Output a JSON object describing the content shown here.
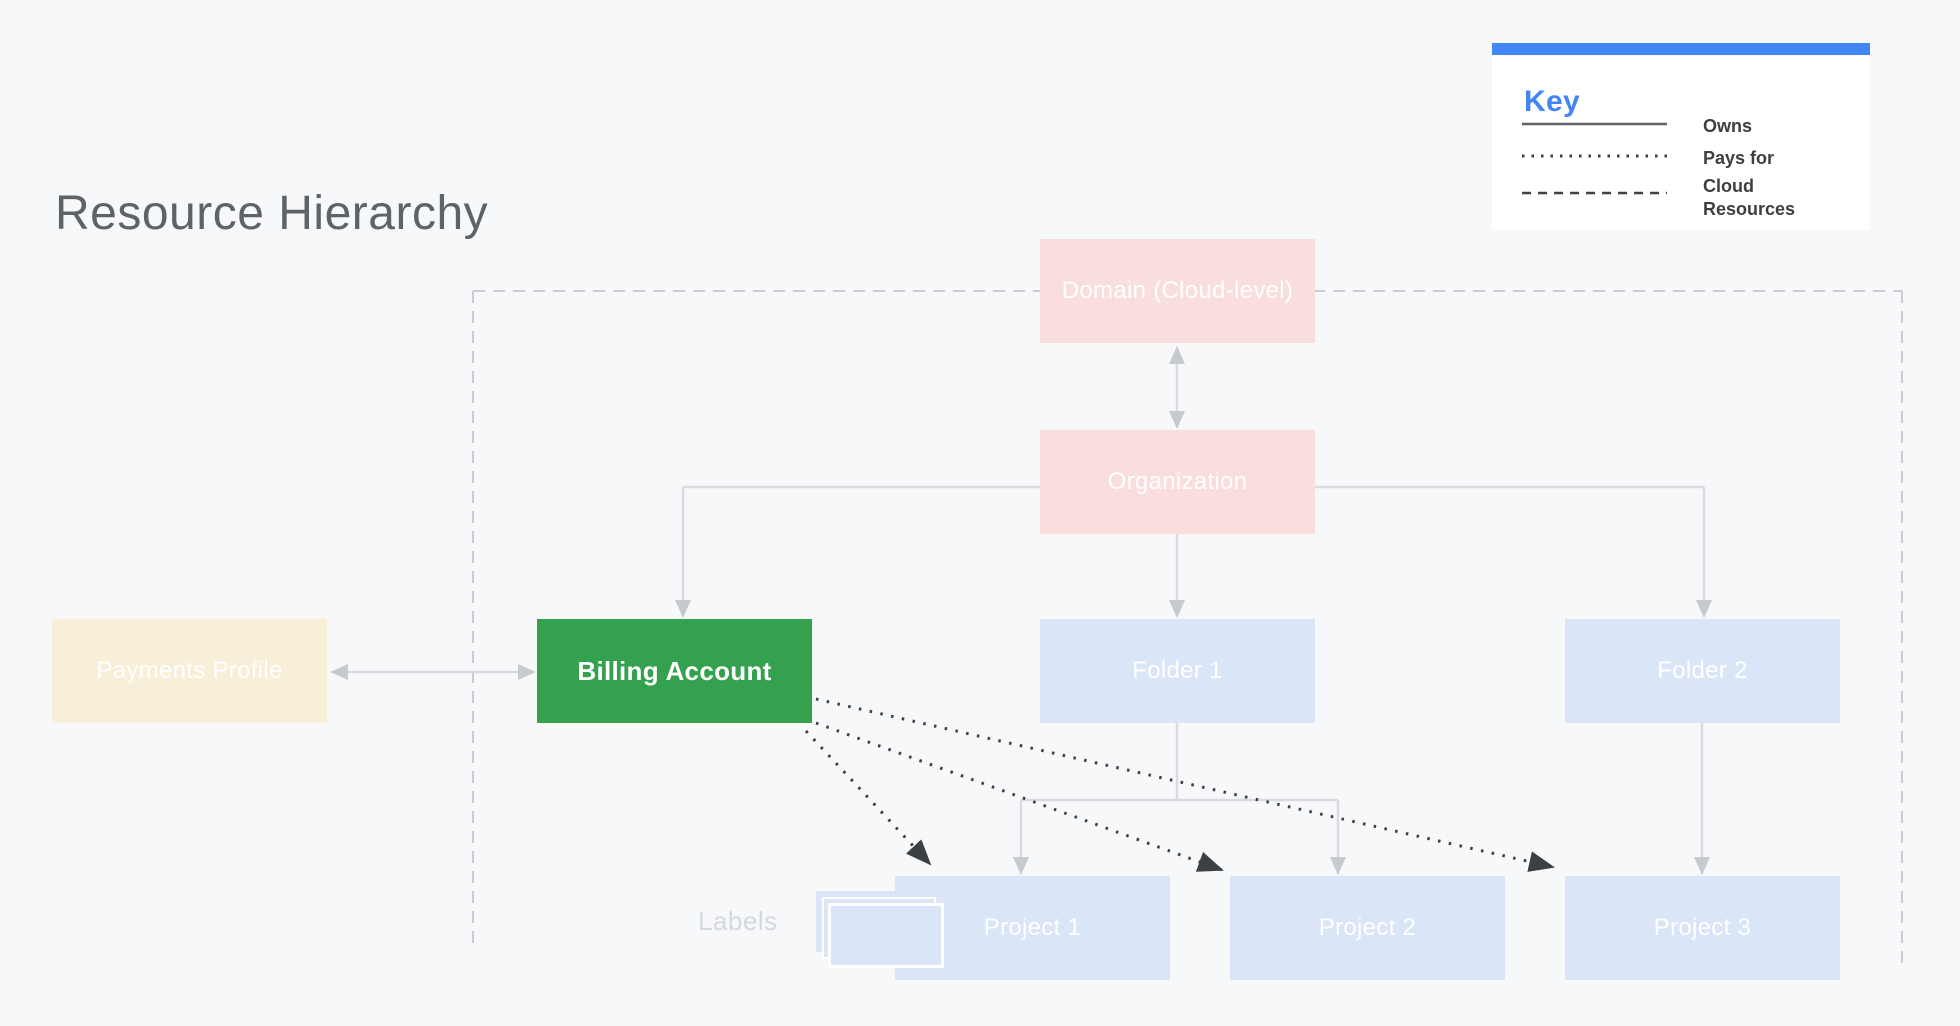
{
  "title": "Resource Hierarchy",
  "key": {
    "heading": "Key",
    "items": [
      {
        "line_style": "solid",
        "label": "Owns"
      },
      {
        "line_style": "dotted",
        "label": "Pays for"
      },
      {
        "line_style": "dashed",
        "label": "Cloud Resources"
      }
    ]
  },
  "nodes": {
    "domain": {
      "label": "Domain (Cloud-level)",
      "color": "#f9dedd"
    },
    "organization": {
      "label": "Organization",
      "color": "#f9dedd"
    },
    "payments_profile": {
      "label": "Payments Profile",
      "color": "#f8efd8"
    },
    "billing_account": {
      "label": "Billing Account",
      "color": "#34a14e"
    },
    "folder1": {
      "label": "Folder 1",
      "color": "#dbe5f8"
    },
    "folder2": {
      "label": "Folder 2",
      "color": "#dbe5f8"
    },
    "project1": {
      "label": "Project 1",
      "color": "#dbe5f8"
    },
    "project2": {
      "label": "Project 2",
      "color": "#dbe5f8"
    },
    "project3": {
      "label": "Project 3",
      "color": "#dbe5f8"
    }
  },
  "labels_caption": "Labels",
  "edges": {
    "owns": [
      "Organization -> Billing Account",
      "Organization -> Folder 1",
      "Organization -> Folder 2",
      "Folder 1 -> Project 1",
      "Folder 1 -> Project 2",
      "Folder 2 -> Project 3"
    ],
    "pays_for": [
      "Billing Account -> Project 1",
      "Billing Account -> Project 2",
      "Billing Account -> Project 3"
    ],
    "bidirectional": [
      "Domain (Cloud-level) <-> Organization",
      "Payments Profile <-> Billing Account"
    ],
    "cloud_resources_boundary": "dashed region enclosing Domain, Organization, Billing Account, Folders and Projects"
  },
  "colors": {
    "background": "#f7f8fa",
    "key_bar_blue": "#4285f4",
    "title_gray": "#5f6368",
    "owns_line_gray": "#d9dbde",
    "owns_arrow_gray": "#c7cacd",
    "pays_for_dark": "#3c4043",
    "boundary_dash_gray": "#caccd1",
    "labels_caption_gray": "#d5d8dc"
  }
}
